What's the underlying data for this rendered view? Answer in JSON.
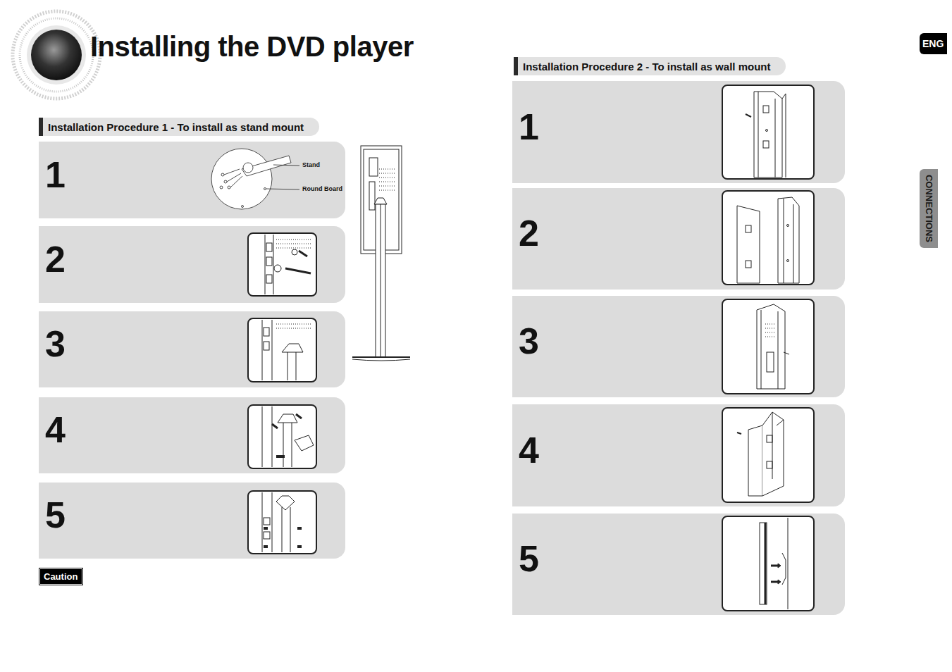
{
  "diagram": {
    "title": "Installing the DVD player",
    "nodes": [
      {
        "text": [
          "Installation Procedure 1 - To install as stand mount"
        ]
      },
      {
        "text": [
          "1"
        ]
      },
      {
        "text": [
          "2"
        ]
      },
      {
        "text": [
          "3"
        ]
      },
      {
        "text": [
          "4"
        ]
      },
      {
        "text": [
          "5"
        ]
      },
      {
        "text": [
          "Caution"
        ]
      },
      {
        "text": [
          "Installation Procedure 2 - To install as wall mount"
        ]
      },
      {
        "text": [
          "1"
        ]
      },
      {
        "text": [
          "2"
        ]
      },
      {
        "text": [
          "3"
        ]
      },
      {
        "text": [
          "4"
        ]
      },
      {
        "text": [
          "5"
        ]
      },
      {
        "text": [
          "ENG"
        ]
      },
      {
        "text": [
          "CONNECTIONS"
        ]
      }
    ],
    "labels": [
      "Stand",
      "Round Board"
    ]
  }
}
